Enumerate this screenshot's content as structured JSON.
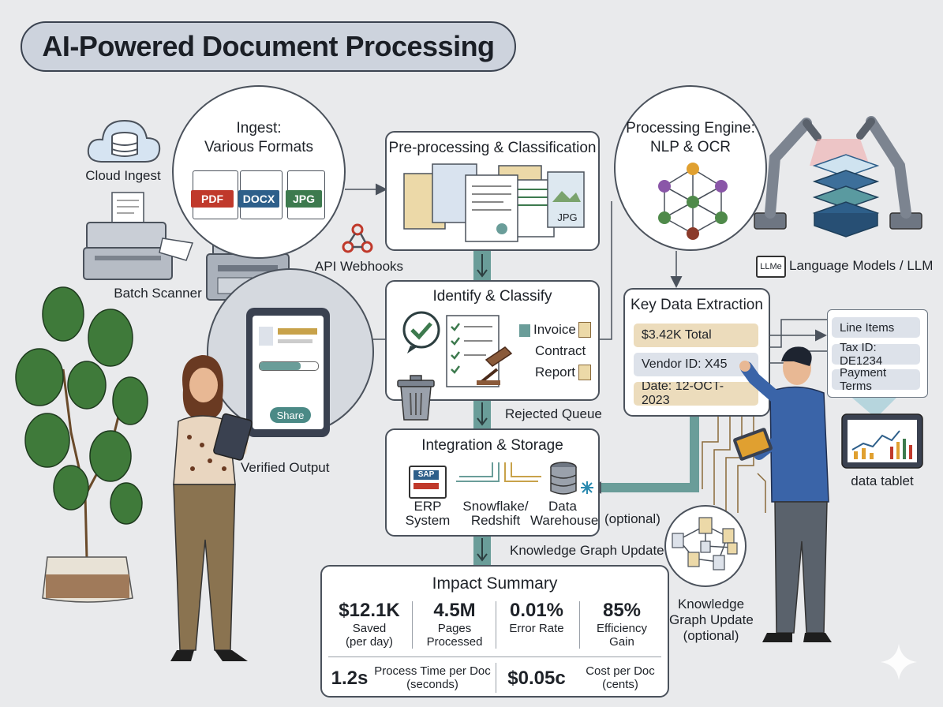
{
  "title": "AI-Powered Document Processing",
  "ingest": {
    "heading_line1": "Ingest:",
    "heading_line2": "Various Formats",
    "formats": [
      "PDF",
      "DOCX",
      "JPG"
    ],
    "cloud_label": "Cloud Ingest",
    "scanner_label": "Batch Scanner",
    "api_label": "API Webhooks"
  },
  "preprocessing": {
    "heading": "Pre-processing & Classification",
    "jpg_tag": "JPG"
  },
  "engine": {
    "heading_line1": "Processing Engine:",
    "heading_line2": "NLP & OCR",
    "llm_chip": "LLMe",
    "llm_label": "Language Models / LLM"
  },
  "classify": {
    "heading": "Identify & Classify",
    "types": [
      "Invoice",
      "Contract",
      "Report"
    ],
    "rejected_label": "Rejected Queue"
  },
  "extraction": {
    "heading": "Key Data Extraction",
    "fields": [
      "$3.42K Total",
      "Vendor ID: X45",
      "Date: 12-OCT-2023"
    ],
    "details": [
      "Line Items",
      "Tax ID: DE1234",
      "Payment Terms"
    ],
    "tablet_label": "data tablet"
  },
  "output": {
    "share_button": "Share",
    "label": "Verified Output"
  },
  "integration": {
    "heading": "Integration & Storage",
    "erp_logo": "SAP",
    "erp_label_1": "ERP",
    "erp_label_2": "System",
    "snow_label_1": "Snowflake/",
    "snow_label_2": "Redshift",
    "dw_label_1": "Data",
    "dw_label_2": "Warehouse",
    "optional": "(optional)",
    "kg_update": "Knowledge Graph Update"
  },
  "knowledge_graph": {
    "line1": "Knowledge",
    "line2": "Graph Update",
    "line3": "(optional)"
  },
  "impact": {
    "heading": "Impact Summary",
    "metrics": [
      {
        "value": "$12.1K",
        "cap1": "Saved",
        "cap2": "(per day)"
      },
      {
        "value": "4.5M",
        "cap1": "Pages",
        "cap2": "Processed"
      },
      {
        "value": "0.01%",
        "cap1": "Error Rate",
        "cap2": ""
      },
      {
        "value": "85%",
        "cap1": "Efficiency",
        "cap2": "Gain"
      }
    ],
    "time_value": "1.2s",
    "time_cap1": "Process Time per Doc",
    "time_cap2": "(seconds)",
    "cost_value": "$0.05c",
    "cost_cap1": "Cost per Doc",
    "cost_cap2": "(cents)"
  },
  "colors": {
    "pipe": "#6a9d99",
    "pdf": "#c0392b",
    "docx": "#2e5f8a",
    "jpg": "#3d7a4e",
    "field_tan": "#ecdcbc",
    "field_gray": "#dde2ea"
  }
}
